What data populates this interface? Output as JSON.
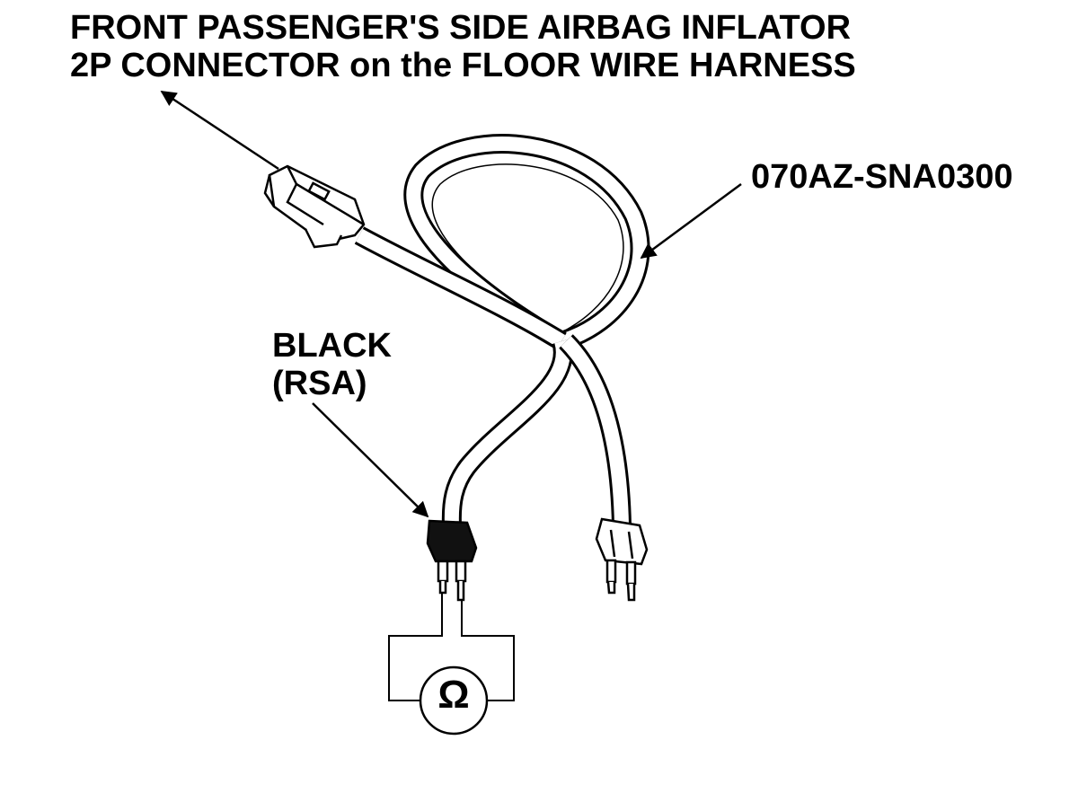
{
  "labels": {
    "title_line1": "FRONT PASSENGER'S SIDE AIRBAG INFLATOR",
    "title_line2": "2P CONNECTOR on the FLOOR WIRE HARNESS",
    "part_number": "070AZ-SNA0300",
    "wire_color_line1": "BLACK",
    "wire_color_line2": "(RSA)",
    "meter_symbol": "Ω"
  },
  "icons": {
    "connector": "harness-connector-icon",
    "plug_black": "banana-plug-black-icon",
    "plug_white": "banana-plug-white-icon",
    "meter": "ohmmeter-icon"
  },
  "colors": {
    "line": "#000000",
    "background": "#ffffff",
    "plug_black": "#111111",
    "plug_white": "#ffffff"
  }
}
